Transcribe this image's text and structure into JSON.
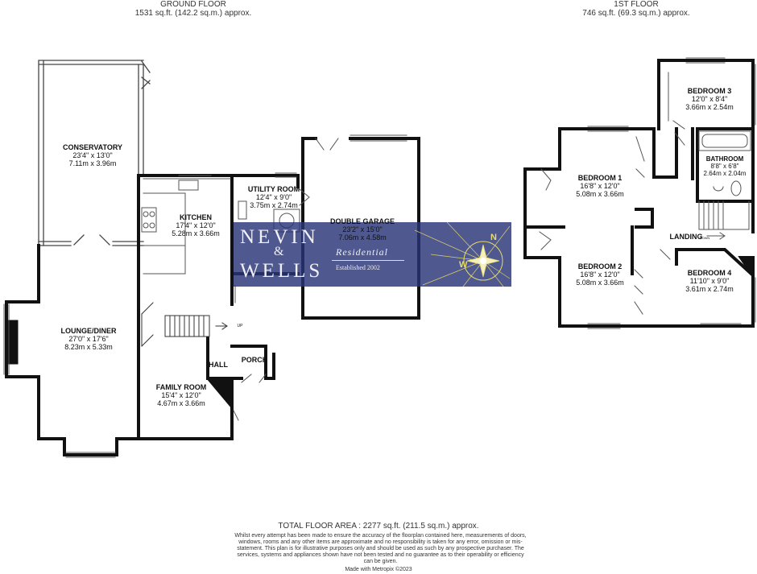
{
  "ground_floor": {
    "title": "GROUND FLOOR",
    "area": "1531 sq.ft. (142.2 sq.m.) approx.",
    "rooms": [
      {
        "name": "CONSERVATORY",
        "imperial": "23'4\" x 13'0\"",
        "metric": "7.11m x 3.96m"
      },
      {
        "name": "KITCHEN",
        "imperial": "17'4\" x 12'0\"",
        "metric": "5.28m x 3.66m"
      },
      {
        "name": "UTILITY ROOM",
        "imperial": "12'4\" x 9'0\"",
        "metric": "3.75m x 2.74m"
      },
      {
        "name": "DOUBLE GARAGE",
        "imperial": "23'2\" x 15'0\"",
        "metric": "7.06m x 4.58m"
      },
      {
        "name": "LOUNGE/DINER",
        "imperial": "27'0\" x 17'6\"",
        "metric": "8.23m x 5.33m"
      },
      {
        "name": "FAMILY ROOM",
        "imperial": "15'4\" x 12'0\"",
        "metric": "4.67m x 3.66m"
      }
    ],
    "small_labels": {
      "hall": "HALL",
      "porch": "PORCH",
      "stairs_up": "UP"
    }
  },
  "first_floor": {
    "title": "1ST FLOOR",
    "area": "746 sq.ft. (69.3 sq.m.) approx.",
    "rooms": [
      {
        "name": "BEDROOM 3",
        "imperial": "12'0\" x 8'4\"",
        "metric": "3.66m x 2.54m"
      },
      {
        "name": "BEDROOM 1",
        "imperial": "16'8\" x 12'0\"",
        "metric": "5.08m x 3.66m"
      },
      {
        "name": "BATHROOM",
        "imperial": "8'8\" x 6'8\"",
        "metric": "2.64m x 2.04m"
      },
      {
        "name": "BEDROOM 2",
        "imperial": "16'8\" x 12'0\"",
        "metric": "5.08m x 3.66m"
      },
      {
        "name": "BEDROOM 4",
        "imperial": "11'10\" x 9'0\"",
        "metric": "3.61m x 2.74m"
      }
    ],
    "small_labels": {
      "landing": "LANDING",
      "stairs_down": "DOWN"
    }
  },
  "total_area": "TOTAL FLOOR AREA : 2277 sq.ft. (211.5 sq.m.) approx.",
  "disclaimer": "Whilst every attempt has been made to ensure the accuracy of the floorplan contained here, measurements of doors, windows, rooms and any other items are approximate and no responsibility is taken for any error, omission or mis-statement. This plan is for illustrative purposes only and should be used as such by any prospective purchaser. The services, systems and appliances shown have not been tested and no guarantee as to their operability or efficiency can be given.",
  "made_with": "Made with Metropix ©2023",
  "watermark": {
    "brand_line1": "NEVIN",
    "brand_amp": "&",
    "brand_line2": "WELLS",
    "tagline": "Residential",
    "established": "Established 2002",
    "compass_n": "N",
    "compass_w": "W",
    "background_color": "#2c3778",
    "accent_color": "#e8dc6a"
  },
  "colors": {
    "wall": "#111111",
    "window": "#555555",
    "text": "#222222"
  }
}
